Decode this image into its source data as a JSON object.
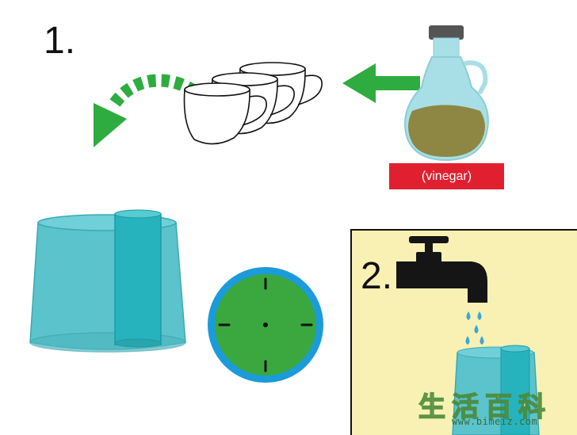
{
  "steps": {
    "step1_label": "1.",
    "step2_label": "2."
  },
  "vinegar": {
    "label": "(vinegar)"
  },
  "watermark": {
    "chinese": "生活百科",
    "url": "www.bimeiz.com"
  },
  "colors": {
    "arrow_green": "#2eac3f",
    "glass_teal": "#5bc3cc",
    "clock_blue": "#1b9bd9",
    "clock_face_green": "#3aa83e",
    "vinegar_red": "#e0202f",
    "panel_yellow": "#f8f1b3",
    "faucet_black": "#151515",
    "drop_blue": "#3aa7d8"
  },
  "icons": [
    "cups-icon",
    "vinegar-bottle-icon",
    "curved-arrow-icon",
    "left-arrow-icon",
    "glass-icon",
    "clock-icon",
    "faucet-icon",
    "water-drops-icon"
  ]
}
